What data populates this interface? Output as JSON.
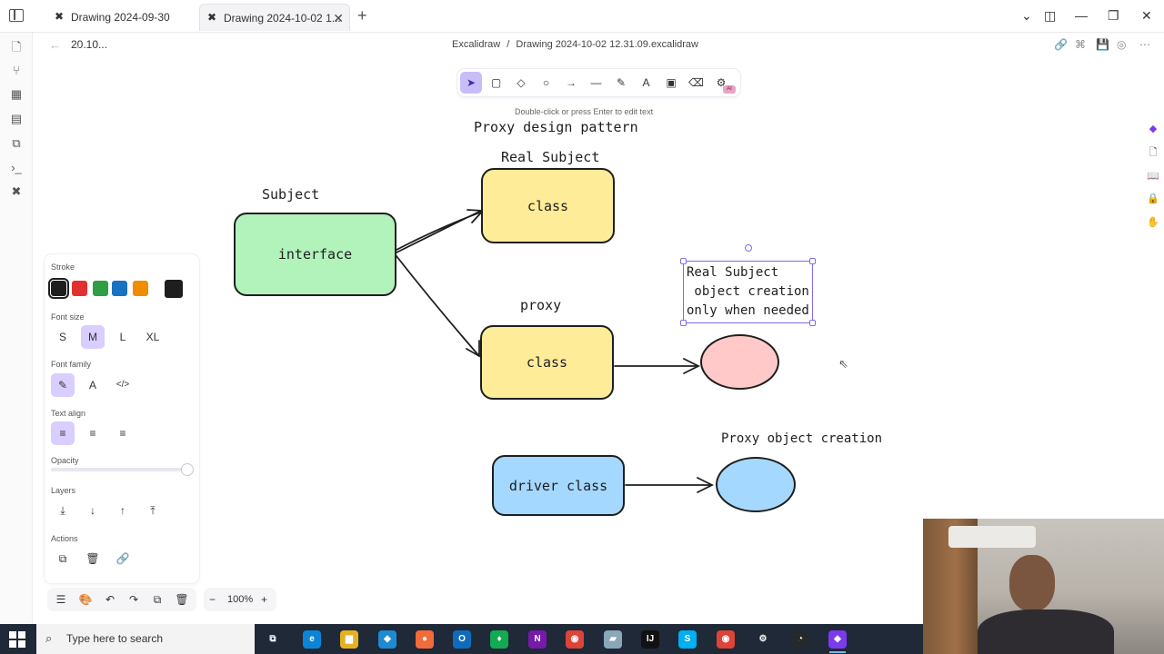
{
  "window": {
    "tabs": [
      {
        "label": "Drawing 2024-09-30 20.10...",
        "active": false
      },
      {
        "label": "Drawing 2024-10-02 1...",
        "active": true
      }
    ],
    "new_tab_glyph": "+",
    "controls": {
      "menu": "⌄",
      "layout": "◫",
      "minimize": "—",
      "restore": "❐",
      "close": "✕"
    }
  },
  "breadcrumb": {
    "root": "Excalidraw",
    "separator": "/",
    "file": "Drawing 2024-10-02 12.31.09.excalidraw"
  },
  "toolbar": {
    "tools": [
      {
        "name": "selection-tool",
        "glyph": "➤",
        "active": true
      },
      {
        "name": "rectangle-tool",
        "glyph": "▢",
        "active": false
      },
      {
        "name": "diamond-tool",
        "glyph": "◇",
        "active": false
      },
      {
        "name": "ellipse-tool",
        "glyph": "○",
        "active": false
      },
      {
        "name": "arrow-tool",
        "glyph": "→",
        "active": false
      },
      {
        "name": "line-tool",
        "glyph": "—",
        "active": false
      },
      {
        "name": "draw-tool",
        "glyph": "✎",
        "active": false
      },
      {
        "name": "text-tool",
        "glyph": "A",
        "active": false
      },
      {
        "name": "image-tool",
        "glyph": "▣",
        "active": false
      },
      {
        "name": "eraser-tool",
        "glyph": "⌫",
        "active": false
      },
      {
        "name": "more-tools",
        "glyph": "⚙",
        "active": false
      }
    ],
    "ai_badge": "AI",
    "hint": "Double-click or press Enter to edit text"
  },
  "canvas": {
    "title": "Proxy design pattern",
    "subject_label": "Subject",
    "interface_box": "interface",
    "real_subject_label": "Real Subject",
    "real_subject_box": "class",
    "proxy_label": "proxy",
    "proxy_box": "class",
    "note_lines": "Real Subject\n object creation\nonly when needed",
    "proxy_creation_label": "Proxy object creation",
    "driver_box": "driver class",
    "colors": {
      "green": "#b2f2bb",
      "yellow": "#ffec99",
      "pink": "#ffc9c9",
      "blue": "#a5d8ff",
      "selection": "#7c6ee6"
    }
  },
  "panel": {
    "stroke_label": "Stroke",
    "stroke_colors": [
      "#1e1e1e",
      "#e03131",
      "#2f9e44",
      "#1971c2",
      "#f08c00"
    ],
    "stroke_current": "#1e1e1e",
    "font_size_label": "Font size",
    "font_sizes": [
      "S",
      "M",
      "L",
      "XL"
    ],
    "font_size_active": "M",
    "font_family_label": "Font family",
    "font_family_options": [
      "✎",
      "A",
      "</>"
    ],
    "text_align_label": "Text align",
    "text_align_options": [
      "≡",
      "≡",
      "≡"
    ],
    "opacity_label": "Opacity",
    "opacity_value": 100,
    "layers_label": "Layers",
    "layer_options": [
      "⤓",
      "↓",
      "↑",
      "⤒"
    ],
    "actions_label": "Actions",
    "action_options": [
      "⧉",
      "🗑",
      "🔗"
    ]
  },
  "bottom": {
    "menu": "☰",
    "palette": "🎨",
    "undo": "↶",
    "redo": "↷",
    "duplicate": "⧉",
    "delete": "🗑",
    "zoom_out": "−",
    "zoom_level": "100%",
    "zoom_in": "+"
  },
  "taskbar": {
    "search_placeholder": "Type here to search",
    "apps": [
      {
        "name": "task-view",
        "glyph": "⧉",
        "color": "#1f2937"
      },
      {
        "name": "edge",
        "glyph": "e",
        "color": "#0b84d6"
      },
      {
        "name": "file-explorer",
        "glyph": "▆",
        "color": "#e5b124"
      },
      {
        "name": "vscode",
        "glyph": "◆",
        "color": "#1f8ad2"
      },
      {
        "name": "postman",
        "glyph": "●",
        "color": "#f26b3a"
      },
      {
        "name": "outlook",
        "glyph": "O",
        "color": "#0f6cbd"
      },
      {
        "name": "mongodb-compass",
        "glyph": "♦",
        "color": "#13aa52"
      },
      {
        "name": "onenote",
        "glyph": "N",
        "color": "#7719aa"
      },
      {
        "name": "chrome",
        "glyph": "◉",
        "color": "#db4437"
      },
      {
        "name": "notes-app",
        "glyph": "▰",
        "color": "#8aa7b8"
      },
      {
        "name": "intellij",
        "glyph": "IJ",
        "color": "#111111"
      },
      {
        "name": "skype",
        "glyph": "S",
        "color": "#00aff0"
      },
      {
        "name": "chrome-profile",
        "glyph": "◉",
        "color": "#db4437"
      },
      {
        "name": "settings",
        "glyph": "⚙",
        "color": "#1f2937"
      },
      {
        "name": "github-desktop",
        "glyph": "◔",
        "color": "#24292e"
      },
      {
        "name": "obsidian",
        "glyph": "◆",
        "color": "#7c3aed"
      }
    ]
  }
}
